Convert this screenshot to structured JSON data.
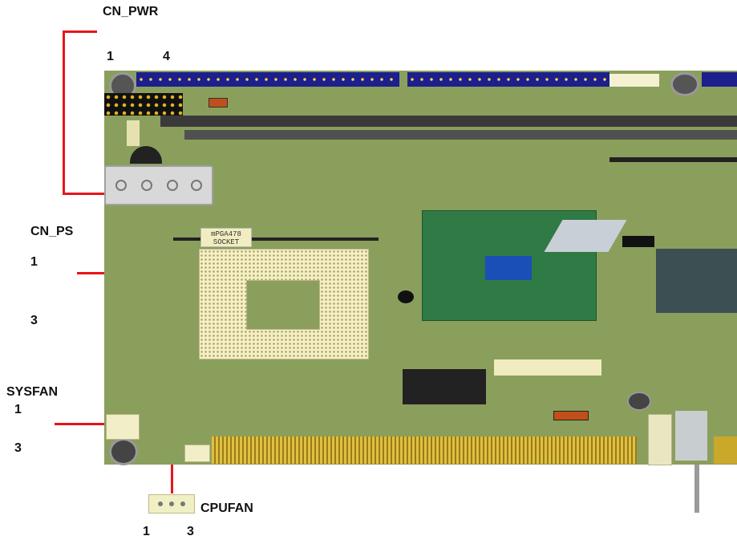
{
  "labels": {
    "cn_pwr": "CN_PWR",
    "cn_pwr_pin1": "1",
    "cn_pwr_pin4": "4",
    "cn_ps": "CN_PS",
    "cn_ps_pin1": "1",
    "cn_ps_pin3": "3",
    "sysfan": "SYSFAN",
    "sysfan_pin1": "1",
    "sysfan_pin3": "3",
    "cpufan": "CPUFAN",
    "cpufan_pin1": "1",
    "cpufan_pin3": "3",
    "socket_text": "mPGA478 SOCKET"
  },
  "colors": {
    "board": "#8a9f5c",
    "callout_line": "#e8141c",
    "ide_connector": "#1c1f8c",
    "pci_slot": "#3a3a3a",
    "chip": "#2f7a45",
    "edge_connector": "#c9a82a"
  }
}
